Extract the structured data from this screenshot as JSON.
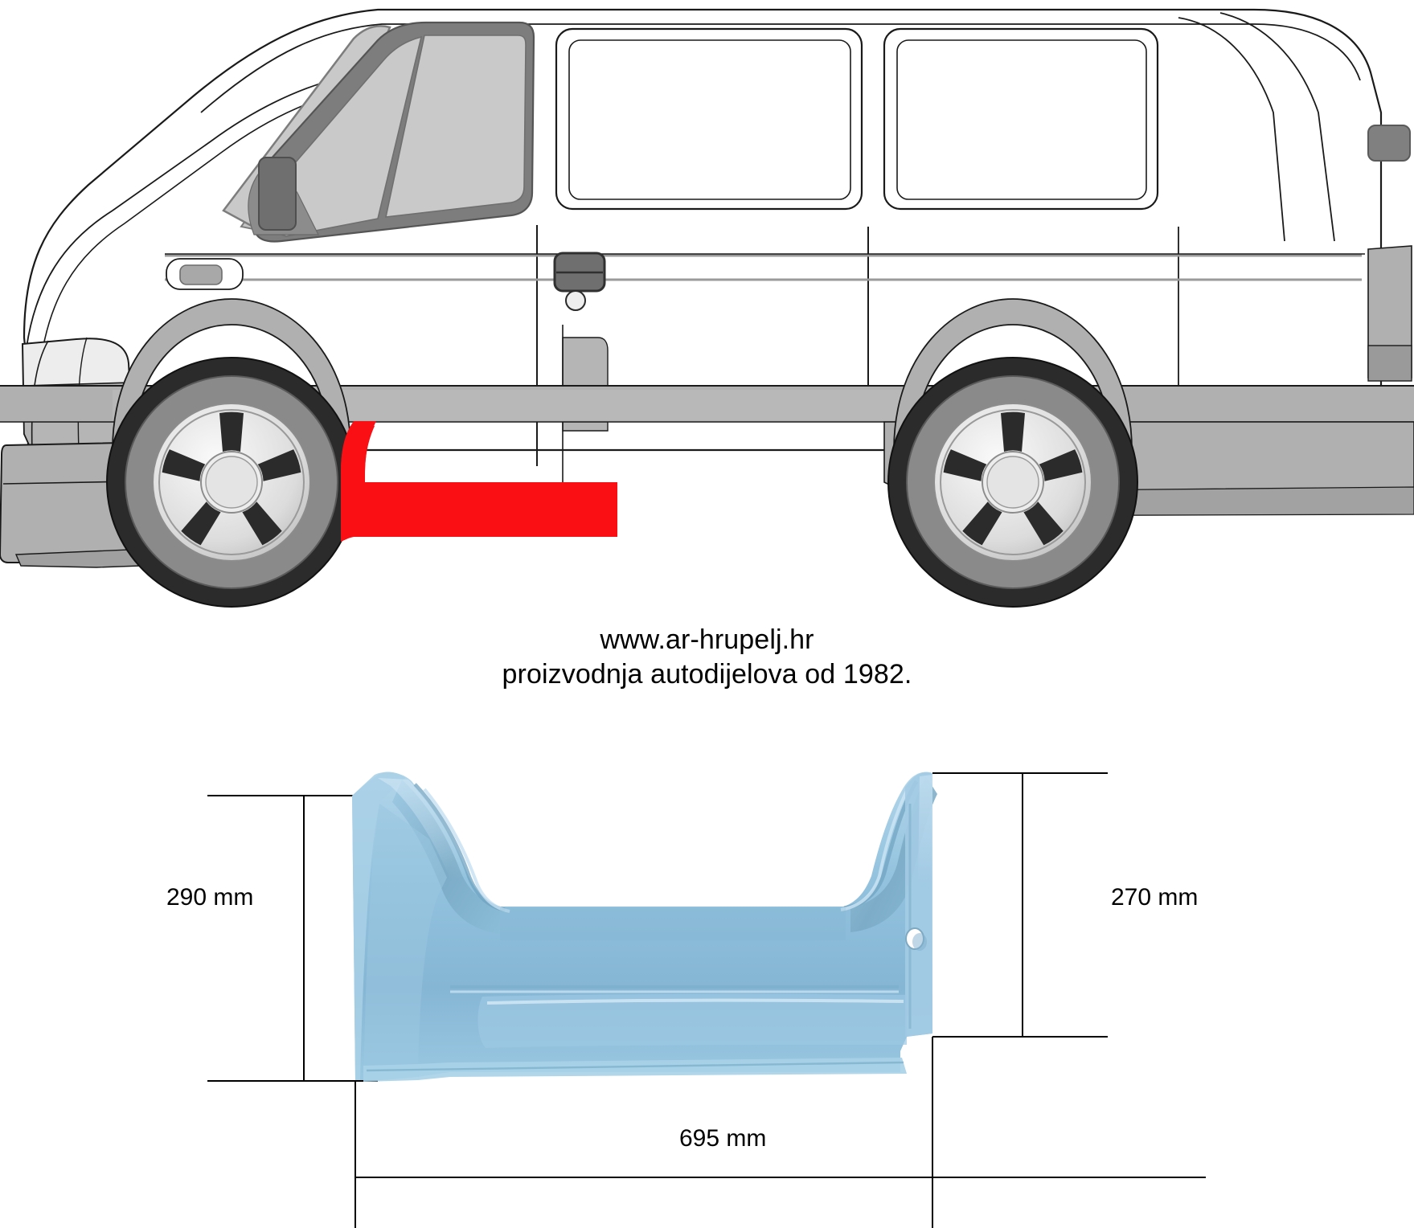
{
  "document": {
    "type": "technical-part-diagram",
    "subject": "van sill / rocker panel repair section",
    "background_color": "#ffffff"
  },
  "branding": {
    "website": "www.ar-hrupelj.hr",
    "tagline": "proizvodnja autodijelova od 1982."
  },
  "vehicle_illustration": {
    "view": "side-profile-left",
    "body_color": "#ffffff",
    "outline_color": "#1a1a1a",
    "glass_color": "#c9c9c9",
    "glass_frame_color": "#7d7d7d",
    "trim_color": "#b0b0b0",
    "tire_color": "#2b2b2b",
    "wheel_face_color": "#8a8a8a",
    "rim_color": "#e8e8e8",
    "highlight_color": "#fa0f14",
    "highlight_description": "red highlighted sill / rocker panel repair area",
    "features": [
      "windshield",
      "driver door window",
      "quarter glass",
      "side mirror",
      "front headlight",
      "front bumper",
      "door handle",
      "keyhole",
      "side molding strip",
      "front wheel arch",
      "rear wheel arch",
      "rear side windows",
      "tail light",
      "5-spoke alloy wheels"
    ]
  },
  "part_illustration": {
    "name": "sill panel",
    "color": "#8fc0dd",
    "color_shadow": "#6e9cb8",
    "color_highlight": "#bcdcef",
    "has_drain_hole": true
  },
  "dimensions": {
    "left_height": "290 mm",
    "right_height": "270 mm",
    "width": "695 mm",
    "line_color": "#000000"
  }
}
